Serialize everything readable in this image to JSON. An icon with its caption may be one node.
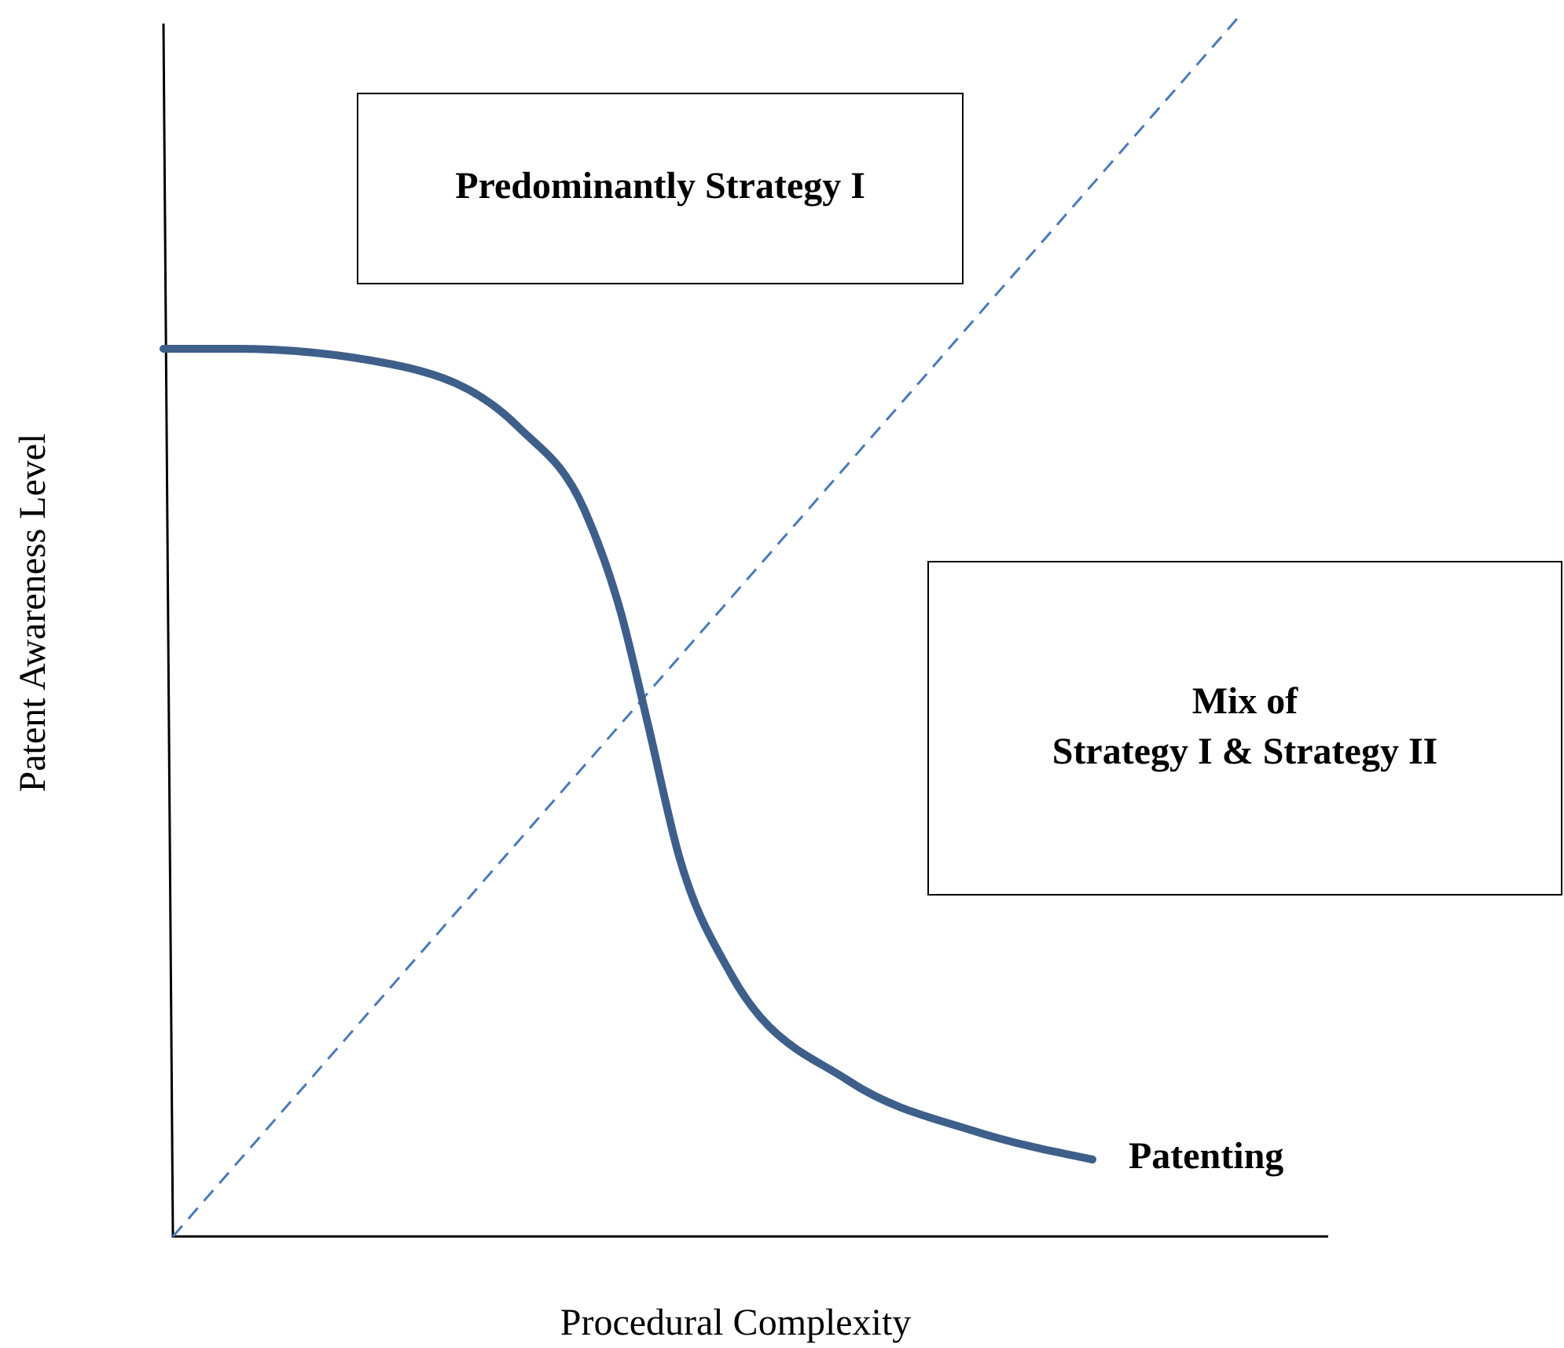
{
  "diagram": {
    "nodes": [
      {
        "text": [
          "Predominantly Strategy I"
        ]
      },
      {
        "text": [
          "Mix of",
          "Strategy I & Strategy II"
        ]
      }
    ],
    "labels": [
      "Patent Awareness Level",
      "Patenting",
      "Procedural Complexity"
    ]
  }
}
